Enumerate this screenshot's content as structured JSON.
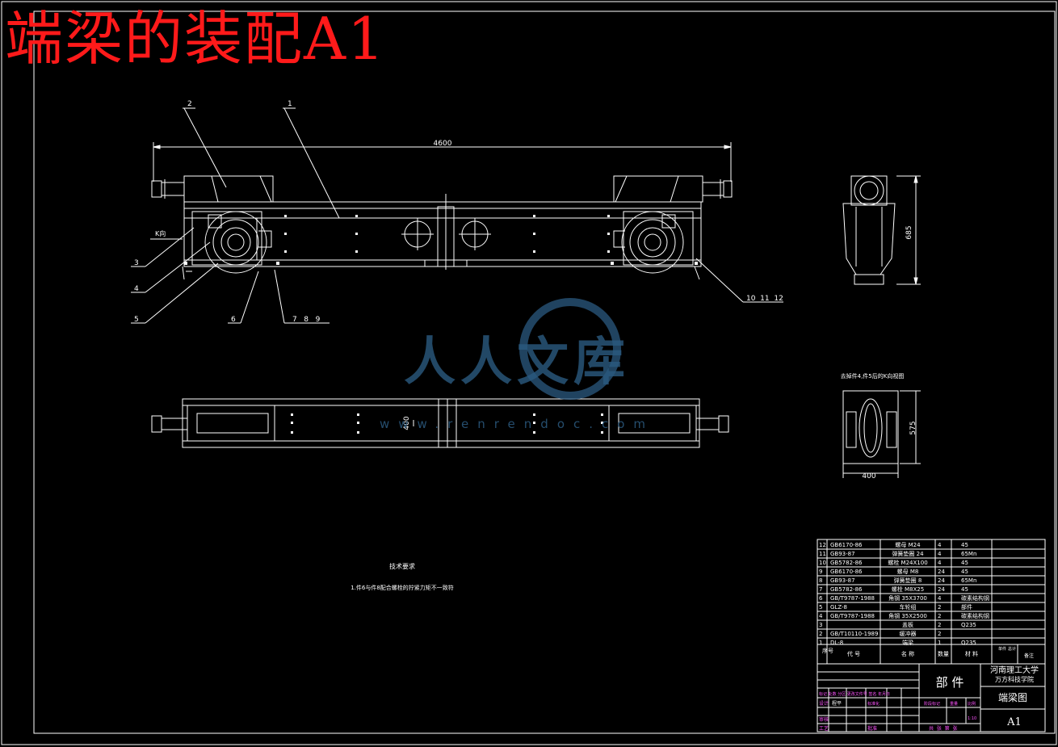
{
  "title": "端梁的装配A1",
  "dimensions": {
    "front_length": "4600",
    "side_height": "685",
    "top_width": "400",
    "detail_height": "575",
    "detail_width": "400"
  },
  "view_labels": {
    "k_arrow": "K向",
    "detail_caption": "去掉件4,件5后的K向视图"
  },
  "callouts": {
    "c1": "1",
    "c2": "2",
    "c3": "3",
    "c4": "4",
    "c5": "5",
    "c6": "6",
    "c789": "7   8   9",
    "c101112": "10  11  12"
  },
  "tech_notes": {
    "heading": "技术要求",
    "line1": "1.件6与件8配合螺栓的拧紧力矩不一致符"
  },
  "watermark": {
    "text": "人人文库",
    "url": "www.renrendoc.com"
  },
  "parts_table": {
    "rows": [
      {
        "no": "12",
        "code": "GB6170-86",
        "name": "螺母 M24",
        "qty": "4",
        "material": "45"
      },
      {
        "no": "11",
        "code": "GB93-87",
        "name": "弹簧垫圈 24",
        "qty": "4",
        "material": "65Mn"
      },
      {
        "no": "10",
        "code": "GB5782-86",
        "name": "螺栓 M24X100",
        "qty": "4",
        "material": "45"
      },
      {
        "no": "9",
        "code": "GB6170-86",
        "name": "螺母 M8",
        "qty": "24",
        "material": "45"
      },
      {
        "no": "8",
        "code": "GB93-87",
        "name": "弹簧垫圈 8",
        "qty": "24",
        "material": "65Mn"
      },
      {
        "no": "7",
        "code": "GB5782-86",
        "name": "螺栓 M8X25",
        "qty": "24",
        "material": "45"
      },
      {
        "no": "6",
        "code": "GB/T9787-1988",
        "name": "角钢 35X3700",
        "qty": "4",
        "material": "碳素结构钢"
      },
      {
        "no": "5",
        "code": "GLZ-8",
        "name": "车轮组",
        "qty": "2",
        "material": "部件"
      },
      {
        "no": "4",
        "code": "GB/T9787-1988",
        "name": "角钢 35X2500",
        "qty": "2",
        "material": "碳素结构钢"
      },
      {
        "no": "3",
        "code": "",
        "name": "盖板",
        "qty": "2",
        "material": "Q235"
      },
      {
        "no": "2",
        "code": "GB/T10110-1989",
        "name": "缓冲器",
        "qty": "2",
        "material": ""
      },
      {
        "no": "1",
        "code": "DL-8",
        "name": "端梁",
        "qty": "1",
        "material": "Q235"
      }
    ],
    "header": {
      "no": "序号",
      "code": "代  号",
      "name": "名  称",
      "qty": "数量",
      "material": "材  料",
      "unit_weight": "单件",
      "total_weight": "总计",
      "remark": "备注"
    }
  },
  "title_block": {
    "type": "部 件",
    "school": "河南理工大学",
    "college": "万方科技学院",
    "drawing_name": "端梁图",
    "sheet": "A1",
    "rev_labels": "标记 处数 分区 更改文件号 签名 年月日",
    "design": "设计",
    "designer": "程平",
    "standardize": "标准化",
    "review": "审核",
    "process": "工艺",
    "approve": "批准",
    "stage": "阶段标记",
    "weight": "重量",
    "scale": "比例",
    "scale_value": "1:10",
    "sheets": "共  张  第  张"
  }
}
